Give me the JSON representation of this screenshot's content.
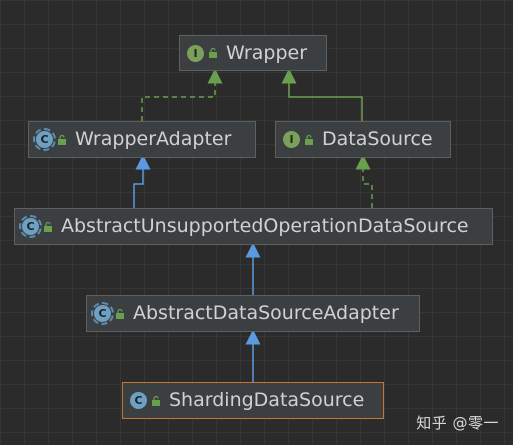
{
  "diagram": {
    "nodes": [
      {
        "id": "wrapper",
        "label": "Wrapper",
        "kind": "interface",
        "kind_letter": "I",
        "visibility_icon": "unlocked-public-icon"
      },
      {
        "id": "wrapper_adapter",
        "label": "WrapperAdapter",
        "kind": "abstract-class",
        "kind_letter": "C",
        "visibility_icon": "unlocked-public-icon"
      },
      {
        "id": "datasource",
        "label": "DataSource",
        "kind": "interface",
        "kind_letter": "I",
        "visibility_icon": "unlocked-public-icon"
      },
      {
        "id": "abstract_unsupported",
        "label": "AbstractUnsupportedOperationDataSource",
        "kind": "abstract-class",
        "kind_letter": "C",
        "visibility_icon": "unlocked-public-icon"
      },
      {
        "id": "abstract_adapter",
        "label": "AbstractDataSourceAdapter",
        "kind": "abstract-class",
        "kind_letter": "C",
        "visibility_icon": "unlocked-public-icon"
      },
      {
        "id": "sharding",
        "label": "ShardingDataSource",
        "kind": "class",
        "kind_letter": "C",
        "visibility_icon": "unlocked-public-icon",
        "selected": true
      }
    ],
    "edges": [
      {
        "from": "wrapper_adapter",
        "to": "wrapper",
        "relation": "implements",
        "line_style": "dashed"
      },
      {
        "from": "datasource",
        "to": "wrapper",
        "relation": "extends",
        "line_style": "solid"
      },
      {
        "from": "abstract_unsupported",
        "to": "wrapper_adapter",
        "relation": "extends",
        "line_style": "solid"
      },
      {
        "from": "abstract_unsupported",
        "to": "datasource",
        "relation": "implements",
        "line_style": "dashed"
      },
      {
        "from": "abstract_adapter",
        "to": "abstract_unsupported",
        "relation": "extends",
        "line_style": "solid"
      },
      {
        "from": "sharding",
        "to": "abstract_adapter",
        "relation": "extends",
        "line_style": "solid"
      }
    ],
    "colors": {
      "background": "#2b2b2b",
      "implements_edge": "#6a9f4f",
      "extends_edge": "#5c9ae0",
      "interface_badge": "#7ba05b",
      "class_badge": "#6f9fc1",
      "selected_border": "#c3772f",
      "node_fill": "#3c3f41",
      "node_text": "#cfd1d3"
    }
  },
  "watermark": {
    "text": "知乎 @零一"
  }
}
